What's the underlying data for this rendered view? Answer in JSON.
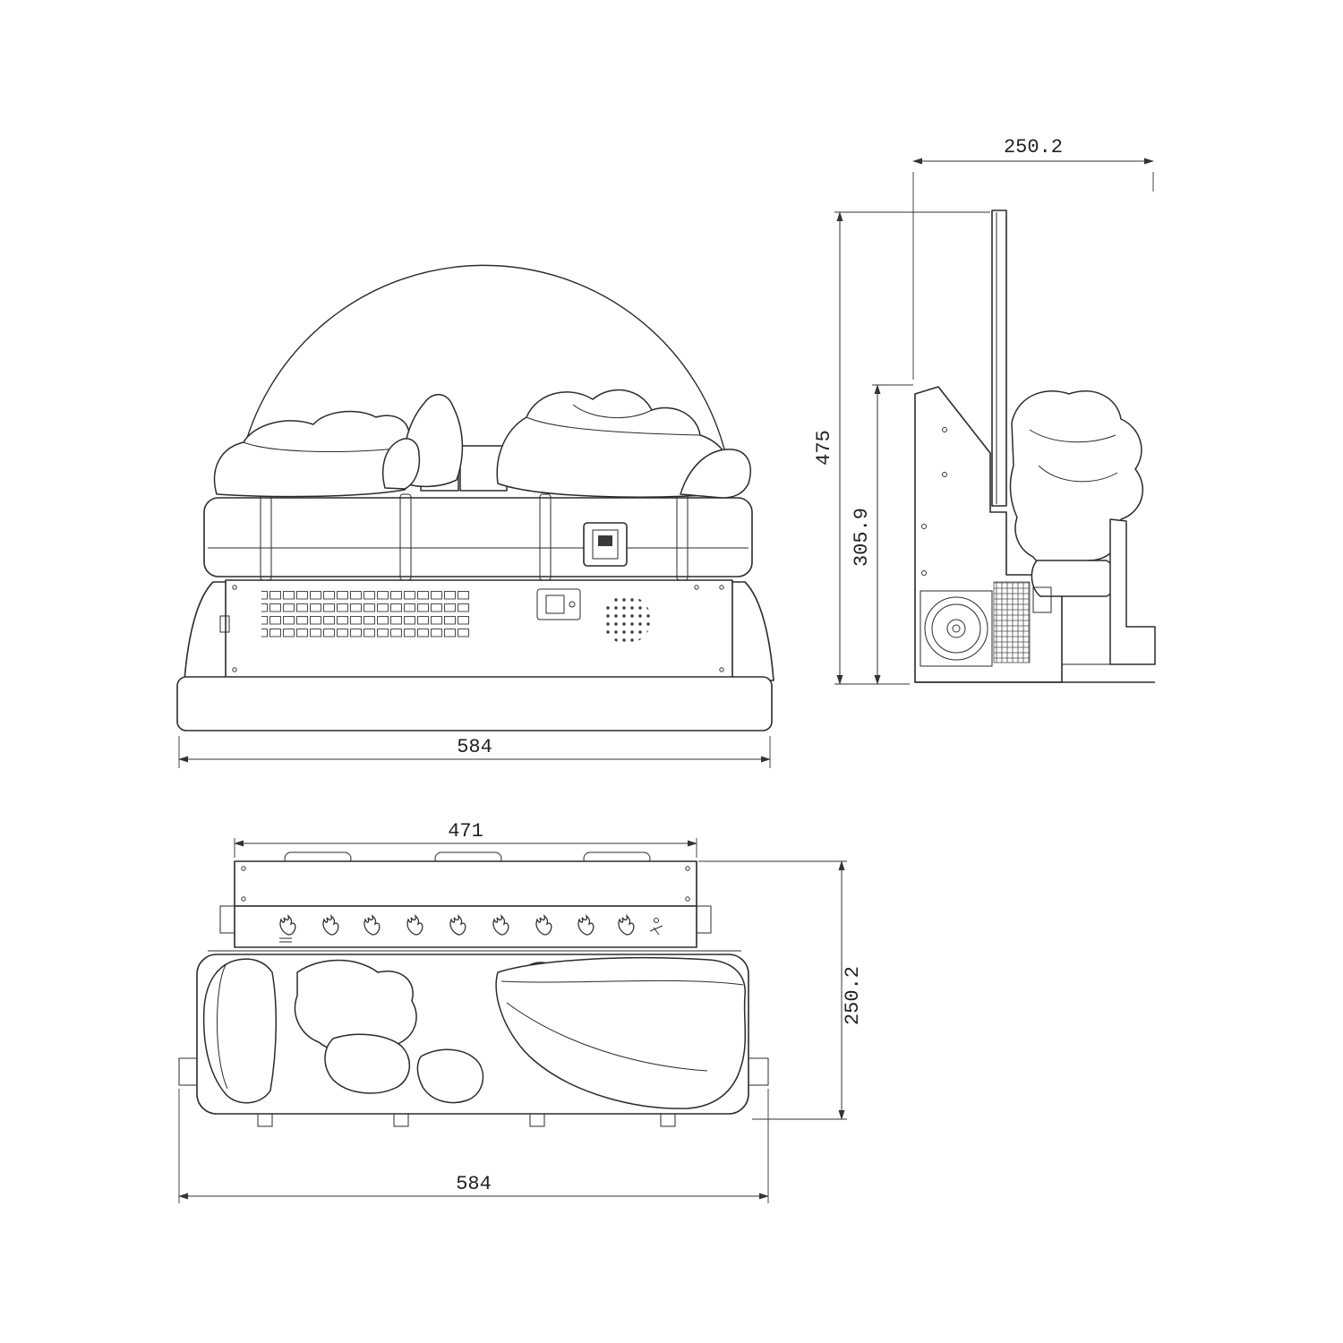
{
  "views": {
    "front": {
      "width": "584"
    },
    "side": {
      "depth": "250.2",
      "height": "475",
      "body_height": "305.9"
    },
    "top": {
      "inner_width": "471",
      "depth": "250.2",
      "width": "584"
    }
  },
  "colors": {
    "line": "#2b2b2b",
    "dimension": "#333333",
    "background": "#ffffff"
  }
}
